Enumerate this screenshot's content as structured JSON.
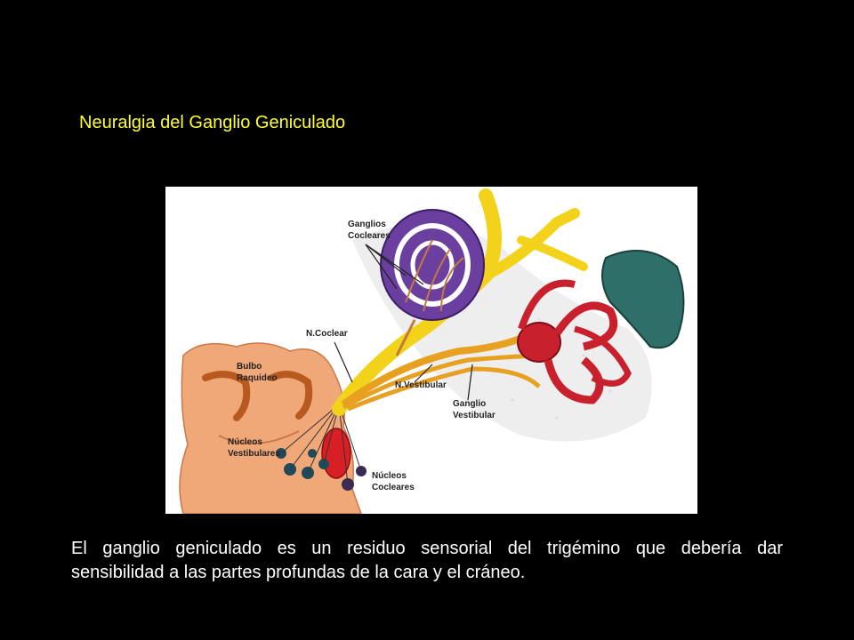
{
  "slide": {
    "title": "Neuralgia del Ganglio Geniculado",
    "body_line1": "El ganglio geniculado es un residuo sensorial del trigémino que debería dar",
    "body_line2": "sensibilidad a las partes profundas de la cara y el cráneo."
  },
  "figure": {
    "labels": {
      "ganglios_cocleares_1": "Ganglios",
      "ganglios_cocleares_2": "Cocleares",
      "n_coclear": "N.Coclear",
      "bulbo_1": "Bulbo",
      "bulbo_2": "Raquideo",
      "n_vestibular": "N.Vestibular",
      "ganglio_vestibular_1": "Ganglio",
      "ganglio_vestibular_2": "Vestibular",
      "nucleos_vestibulares_1": "Núcleos",
      "nucleos_vestibulares_2": "Vestibulares",
      "nucleos_cocleares_1": "Núcleos",
      "nucleos_cocleares_2": "Cocleares"
    }
  },
  "colors": {
    "background": "#000000",
    "title": "#ffff33",
    "body_text": "#ffffff",
    "nerve": "#f2d21a",
    "cochlea": "#6b3fa0",
    "brainstem": "#f1a878",
    "labyrinth": "#c8202c",
    "bone": "#2f6f6a"
  }
}
